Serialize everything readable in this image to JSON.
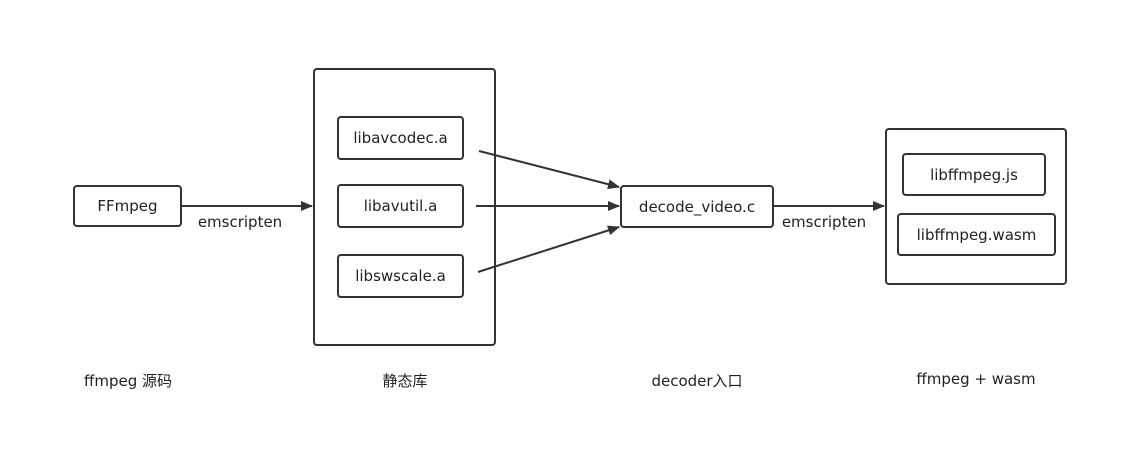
{
  "nodes": {
    "ffmpeg": "FFmpeg",
    "libavcodec": "libavcodec.a",
    "libavutil": "libavutil.a",
    "libswscale": "libswscale.a",
    "decode_video": "decode_video.c",
    "libffmpeg_js": "libffmpeg.js",
    "libffmpeg_wasm": "libffmpeg.wasm"
  },
  "edge_labels": {
    "emscripten_1": "emscripten",
    "emscripten_2": "emscripten"
  },
  "captions": {
    "source": "ffmpeg 源码",
    "static_lib": "静态库",
    "decoder_entry": "decoder入口",
    "output": "ffmpeg + wasm"
  },
  "colors": {
    "stroke": "#333333",
    "text": "#222222"
  }
}
